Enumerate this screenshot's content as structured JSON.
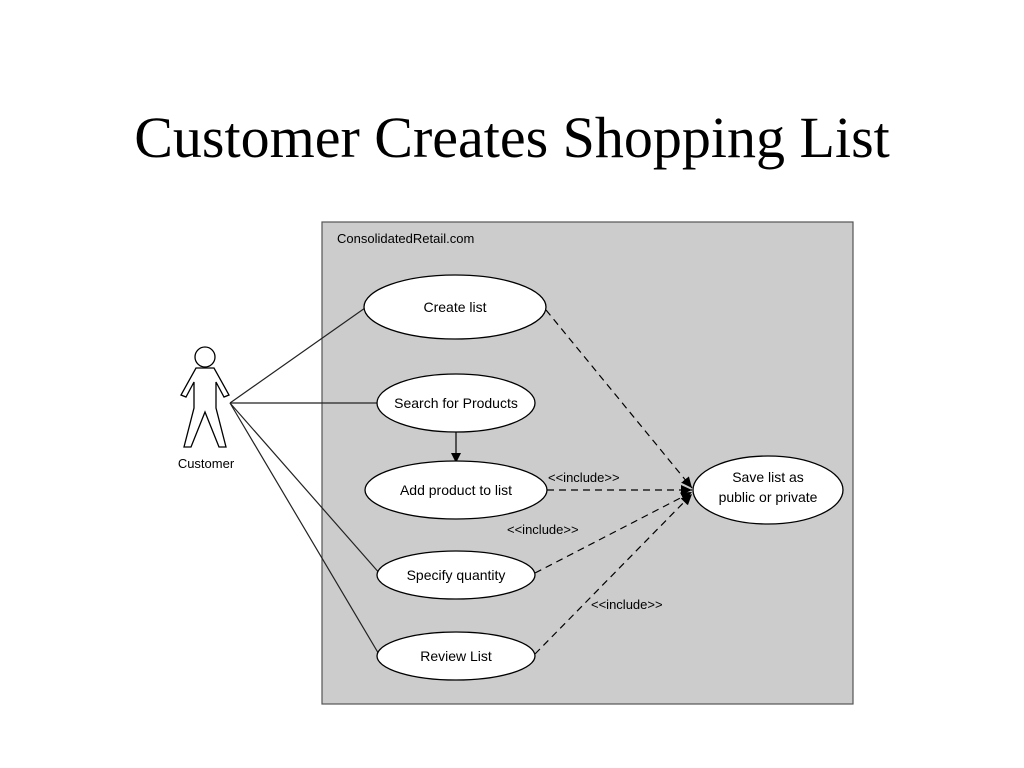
{
  "slide": {
    "title": "Customer Creates Shopping List"
  },
  "diagram": {
    "system_name": "ConsolidatedRetail.com",
    "actor": {
      "name": "Customer",
      "icon": "stick-figure-icon"
    },
    "use_cases": {
      "create_list": "Create list",
      "search_products": "Search for Products",
      "add_product": "Add product to list",
      "specify_quantity": "Specify quantity",
      "review_list": "Review List",
      "save_list_line1": "Save list as",
      "save_list_line2": "public or private"
    },
    "relations": {
      "include_1": "<<include>>",
      "include_2": "<<include>>",
      "include_3": "<<include>>"
    },
    "colors": {
      "system_fill": "#cccccc",
      "system_border": "#555555",
      "line": "#222222",
      "use_case_fill": "#ffffff"
    }
  }
}
